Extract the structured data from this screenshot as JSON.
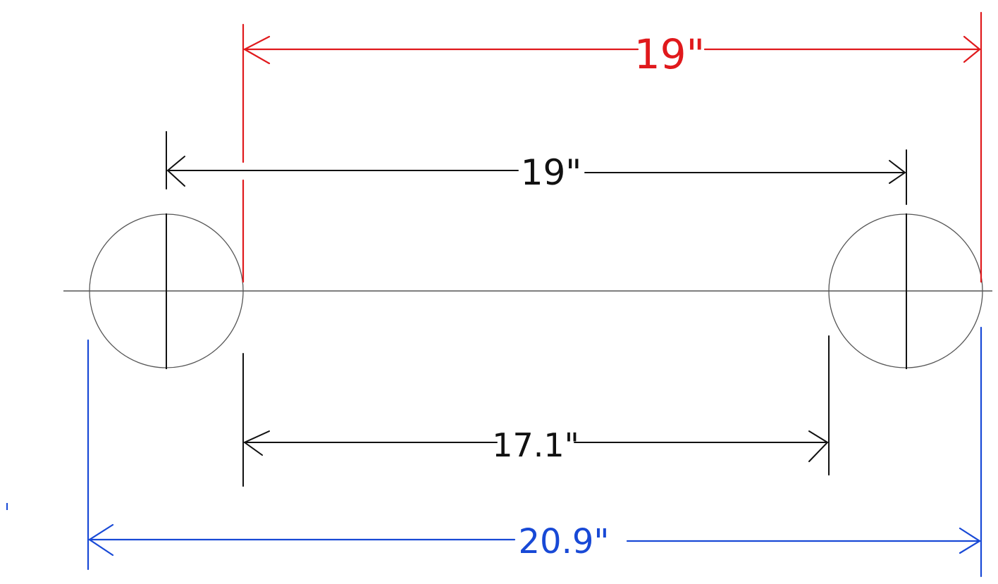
{
  "dimensions": {
    "top_red": {
      "label": "19\"",
      "color": "#e0191c"
    },
    "center_black": {
      "label": "19\"",
      "color": "#111111"
    },
    "inner_black": {
      "label": "17.1\"",
      "color": "#111111"
    },
    "outer_blue": {
      "label": "20.9\"",
      "color": "#1849d6"
    }
  },
  "colors": {
    "circle_stroke": "#555555",
    "centerline": "#333333"
  }
}
